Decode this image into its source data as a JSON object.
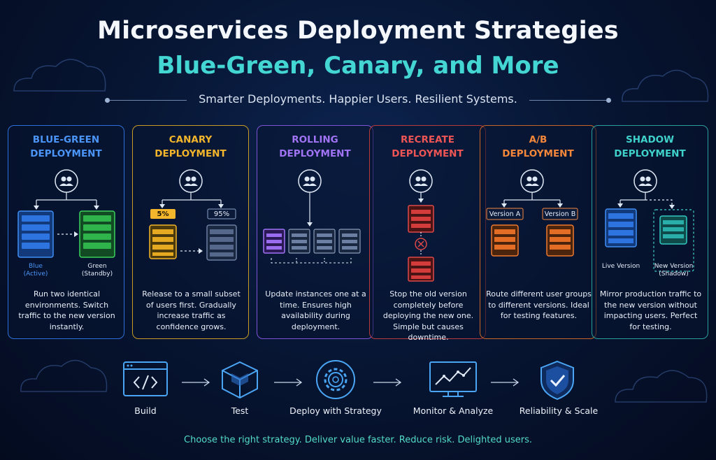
{
  "header": {
    "title": "Microservices Deployment Strategies",
    "subtitle": "Blue-Green, Canary, and More",
    "tagline": "Smarter Deployments. Happier Users. Resilient Systems."
  },
  "cards": [
    {
      "title_line1": "BLUE-GREEN",
      "title_line2": "DEPLOYMENT",
      "color": "#3f8ff5",
      "labels": {
        "a1": "Blue",
        "a2": "(Active)",
        "b1": "Green",
        "b2": "(Standby)"
      },
      "desc": "Run two identical environments. Switch traffic to the new version instantly."
    },
    {
      "title_line1": "CANARY",
      "title_line2": "DEPLOYMENT",
      "color": "#f2b52b",
      "labels": {
        "a": "5%",
        "b": "95%"
      },
      "desc": "Release to a small subset of users first. Gradually increase traffic as confidence grows."
    },
    {
      "title_line1": "ROLLING",
      "title_line2": "DEPLOYMENT",
      "color": "#9a6cf0",
      "desc": "Update instances one at a time. Ensures high availability during deployment."
    },
    {
      "title_line1": "RECREATE",
      "title_line2": "DEPLOYMENT",
      "color": "#e04848",
      "desc": "Stop the old version completely before deploying the new one. Simple but causes downtime."
    },
    {
      "title_line1": "A/B",
      "title_line2": "DEPLOYMENT",
      "color": "#ef7a2e",
      "labels": {
        "a": "Version A",
        "b": "Version B"
      },
      "desc": "Route different user groups to different versions. Ideal for testing features."
    },
    {
      "title_line1": "SHADOW",
      "title_line2": "DEPLOYMENT",
      "color": "#33c8c2",
      "labels": {
        "a": "Live Version",
        "b1": "New Version",
        "b2": "(Shadow)"
      },
      "desc": "Mirror production traffic to the new version without impacting users. Perfect for testing."
    }
  ],
  "flow": [
    {
      "label": "Build",
      "icon": "code-window-icon"
    },
    {
      "label": "Test",
      "icon": "cube-icon"
    },
    {
      "label": "Deploy with Strategy",
      "icon": "gear-icon"
    },
    {
      "label": "Monitor & Analyze",
      "icon": "monitor-chart-icon"
    },
    {
      "label": "Reliability & Scale",
      "icon": "shield-check-icon"
    }
  ],
  "footer": "Choose the right strategy. Deliver value faster. Reduce risk. Delighted users."
}
